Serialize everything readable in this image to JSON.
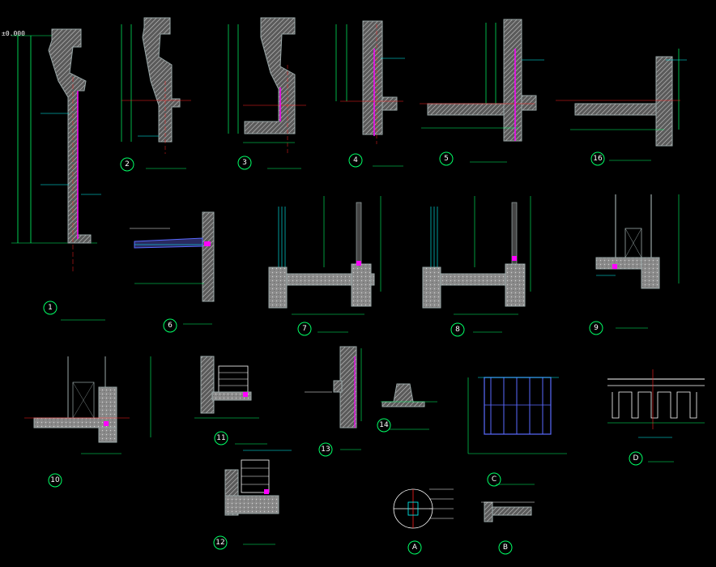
{
  "drawing": {
    "background": "#000000",
    "colors": {
      "wall_hatch": "#b0b0b0",
      "concrete": "#a8a8a8",
      "dimension": "#00ff66",
      "leader": "#00ffff",
      "accent": "#ff00ff",
      "axis": "#ff2020",
      "glass": "#5a6aff",
      "text": "#ffffff"
    },
    "corner_label": "±0.000",
    "details": [
      {
        "id": "d1",
        "number": "1"
      },
      {
        "id": "d2",
        "number": "2"
      },
      {
        "id": "d3",
        "number": "3"
      },
      {
        "id": "d4",
        "number": "4"
      },
      {
        "id": "d5",
        "number": "5"
      },
      {
        "id": "d16",
        "number": "16"
      },
      {
        "id": "d6",
        "number": "6"
      },
      {
        "id": "d7",
        "number": "7"
      },
      {
        "id": "d8",
        "number": "8"
      },
      {
        "id": "d9",
        "number": "9"
      },
      {
        "id": "d10",
        "number": "10"
      },
      {
        "id": "d11",
        "number": "11"
      },
      {
        "id": "d13",
        "number": "13"
      },
      {
        "id": "d14",
        "number": "14"
      },
      {
        "id": "dC",
        "number": "C"
      },
      {
        "id": "dD",
        "number": "D"
      },
      {
        "id": "d12",
        "number": "12"
      },
      {
        "id": "dA",
        "number": "A"
      },
      {
        "id": "dB",
        "number": "B"
      }
    ]
  }
}
